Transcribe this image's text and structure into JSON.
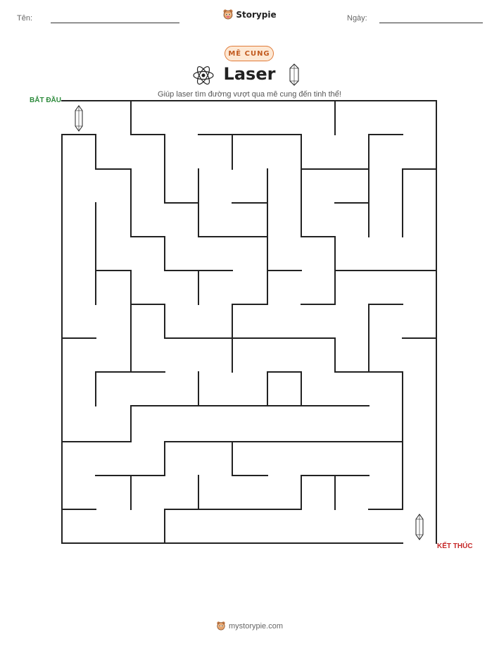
{
  "header": {
    "name_label": "Tên:",
    "date_label": "Ngày:",
    "brand": "Storypie",
    "brand_icon": "storypie-bear-icon"
  },
  "badge": "MÊ CUNG",
  "title": "Laser",
  "title_icons": [
    "atom-icon",
    "crystal-icon"
  ],
  "instructions": "Giúp laser tìm đường vượt qua mê cung đến tinh thể!",
  "labels": {
    "start": "BẮT ĐẦU",
    "end": "KẾT THÚC"
  },
  "maze_icons": [
    "crystal-icon",
    "crystal-icon"
  ],
  "footer": {
    "site": "mystorypie.com",
    "icon": "storypie-bear-icon"
  },
  "colors": {
    "accent": "#e07b39",
    "badge_bg": "#fde8d4",
    "start": "#2e8b3d",
    "end": "#c62828",
    "wall": "#222222"
  }
}
